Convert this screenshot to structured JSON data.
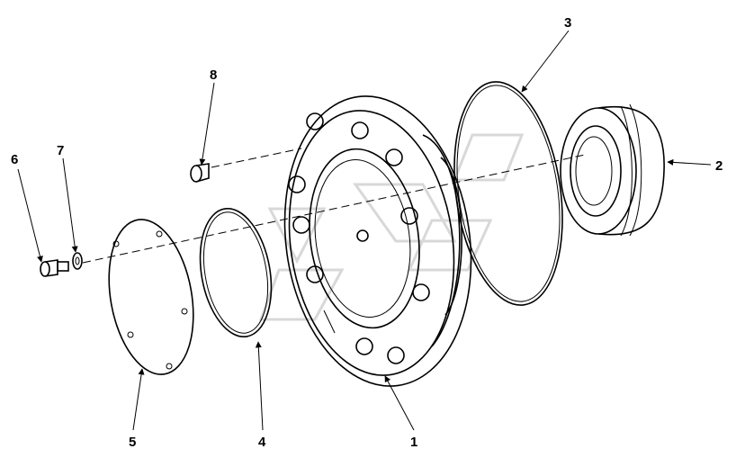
{
  "callouts": [
    {
      "id": "1",
      "label": "1"
    },
    {
      "id": "2",
      "label": "2"
    },
    {
      "id": "3",
      "label": "3"
    },
    {
      "id": "4",
      "label": "4"
    },
    {
      "id": "5",
      "label": "5"
    },
    {
      "id": "6",
      "label": "6"
    },
    {
      "id": "7",
      "label": "7"
    },
    {
      "id": "8",
      "label": "8"
    }
  ],
  "colors": {
    "ink": "#000000",
    "background": "#ffffff",
    "watermark": "#d8d8d8"
  }
}
